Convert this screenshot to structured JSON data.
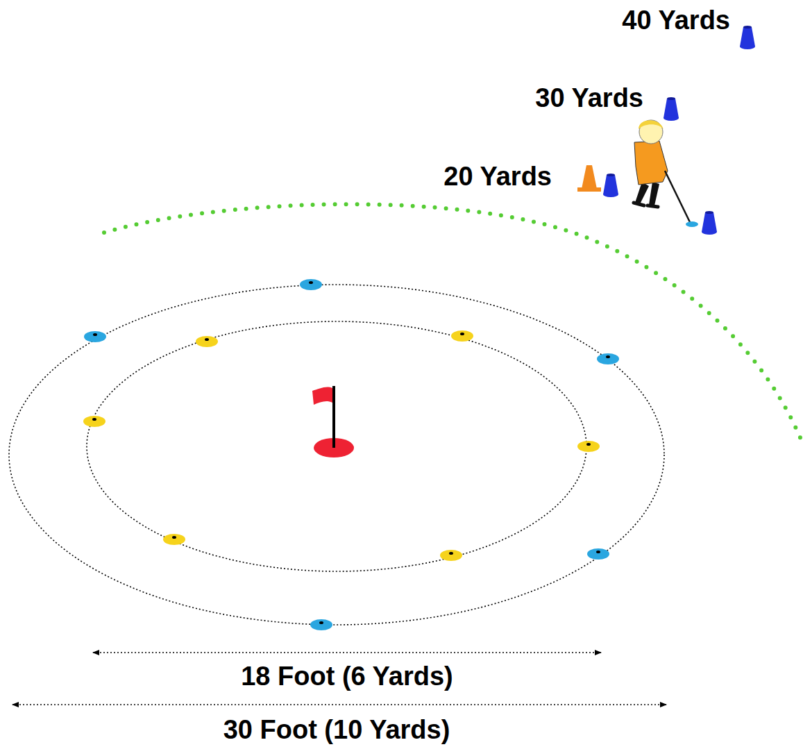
{
  "diagram": {
    "labels": [
      "40 Yards",
      "30 Yards",
      "20 Yards",
      "18 Foot (6 Yards)",
      "30 Foot (10 Yards)"
    ]
  }
}
